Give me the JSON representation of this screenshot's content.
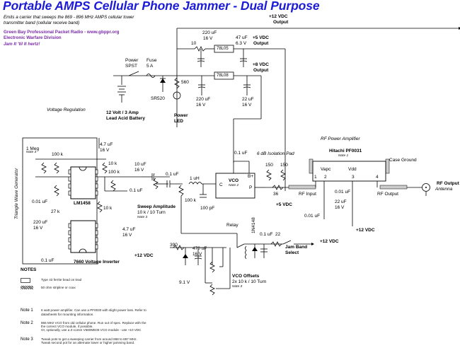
{
  "title": "Portable AMPS Cellular Phone Jammer - Dual Purpose",
  "description": [
    "Emits a carrier that sweeps the 869 - 896 MHz AMPS cellular tower",
    "transmitter band (cellular receive band)"
  ],
  "org": {
    "line1": "Green Bay Professional Packet Radio - www.gbppr.org",
    "line2": "Electronic Warfare Division",
    "motto": "Jam It 'til It hertz!"
  },
  "sections": {
    "voltage_regulation": "Voltage Regulation",
    "triangle_wave": "Triangle Wave Generator",
    "rf_power_amp": "RF Power Amplifier"
  },
  "power": {
    "out12_a": "+12 VDC",
    "out12_b": "Output",
    "out5_a": "+5 VDC",
    "out5_b": "Output",
    "out8_a": "+8 VDC",
    "out8_b": "Output",
    "r10": "10",
    "c220a": "220 uF",
    "c220b": "16 V",
    "c47a": "47 uF",
    "c47b": "6.3 V",
    "reg5": "78L05",
    "reg8": "78L08",
    "switch_a": "Power",
    "switch_b": "SPST",
    "fuse_a": "Fuse",
    "fuse_b": "5 A",
    "diode": "SR520",
    "r560": "560",
    "led_a": "Power",
    "led_b": "LED",
    "batt_a": "12 Volt / 3 Amp",
    "batt_b": "Lead Acid Battery",
    "c220c": "220 uF",
    "c220d": "16 V",
    "c22a": "22 uF",
    "c22b": "16 V"
  },
  "triangle": {
    "pot": "1 Meg",
    "pot_note": "Note 3",
    "r100k_a": "100 k",
    "c47a": "4.7 uF",
    "c47b": "16 V",
    "r10k_a": "10 k",
    "r100k_b": "100 k",
    "c001": "0.01 uF",
    "r27k": "27 k",
    "ic": "LM1458",
    "r10k_b": "10 k",
    "c01": "0.1 uF"
  },
  "sweep": {
    "c10a": "10 uF",
    "c10b": "16 V",
    "c01": "0.1 uF",
    "l1": "1 uH",
    "r100k": "100 k",
    "c100p": "100 pF",
    "label": "Sweep Amplitude",
    "value": "10 k / 10 Turn",
    "note": "Note 3"
  },
  "inverter": {
    "c220a": "220 uF",
    "c220b": "16 V",
    "c47a": "4.7 uF",
    "c47b": "16 V",
    "c01": "0.1 uF",
    "label": "7660 Voltage Inverter"
  },
  "vco": {
    "name": "VCO",
    "note": "Note 2",
    "pin_c": "C",
    "pin_b": "B+",
    "pin_p": "P",
    "c01": "0.1 uF"
  },
  "pad": {
    "label": "6 dB Isolation Pad",
    "r150a": "150",
    "r150b": "150",
    "r36": "36"
  },
  "amp": {
    "name": "Hitachi PF0031",
    "note": "Note 1",
    "case_ground": "Case Ground",
    "vapc": "Vapc",
    "vdd": "Vdd",
    "p1": "1",
    "p2": "2",
    "p3": "3",
    "p4": "4",
    "rf_input": "RF Input",
    "rf_output": "RF Output",
    "c001a": "0.01 uF",
    "c22a": "22 uF",
    "c22b": "16 V",
    "c001b": "0.01 uF",
    "v5": "+5 VDC",
    "v12": "+12 VDC",
    "out_a": "RF Output",
    "out_b": "Antenna"
  },
  "offsets": {
    "relay": "Relay",
    "diode": "1N4148",
    "c01": "0.1 uF",
    "r22": "22",
    "v12a": "+12 VDC",
    "jam_a": "Jam Band",
    "jam_b": "Select",
    "v12b": "+12 VDC",
    "r390": "390",
    "c470a": "470 uF",
    "c470b": "16 V",
    "zener": "9.1 V",
    "label": "VCO Offsets",
    "value": "2x    10 k / 10 Turn",
    "note": "Note 3"
  },
  "notes": {
    "heading": "NOTES",
    "legend": [
      {
        "symbol": "ferrite-bead",
        "text": "Type 43 ferrite bead on lead"
      },
      {
        "symbol": "stripline",
        "text": "50 ohm stripline or coax"
      }
    ],
    "items": [
      {
        "label": "Note 1",
        "lines": [
          "6 watt power amplifier.  Can use a PF0030 with slight power loss.  Refer to",
          "datasheets for mounting information."
        ]
      },
      {
        "label": "Note 2",
        "lines": [
          "866 MHz VCO from old cellular phone.  Run out of spec.  Replace with the",
          "the correct VCO module, if possible.",
          "Or, optionally, use a Z-comm V580ME05 VCO module - use +10 VDC"
        ]
      },
      {
        "label": "Note 3",
        "lines": [
          "Tweak pots to get a sweeping carrier from around 868 to 897 MHz.",
          "Tweak second pot for an alternate lower or higher jamming band."
        ]
      }
    ]
  }
}
